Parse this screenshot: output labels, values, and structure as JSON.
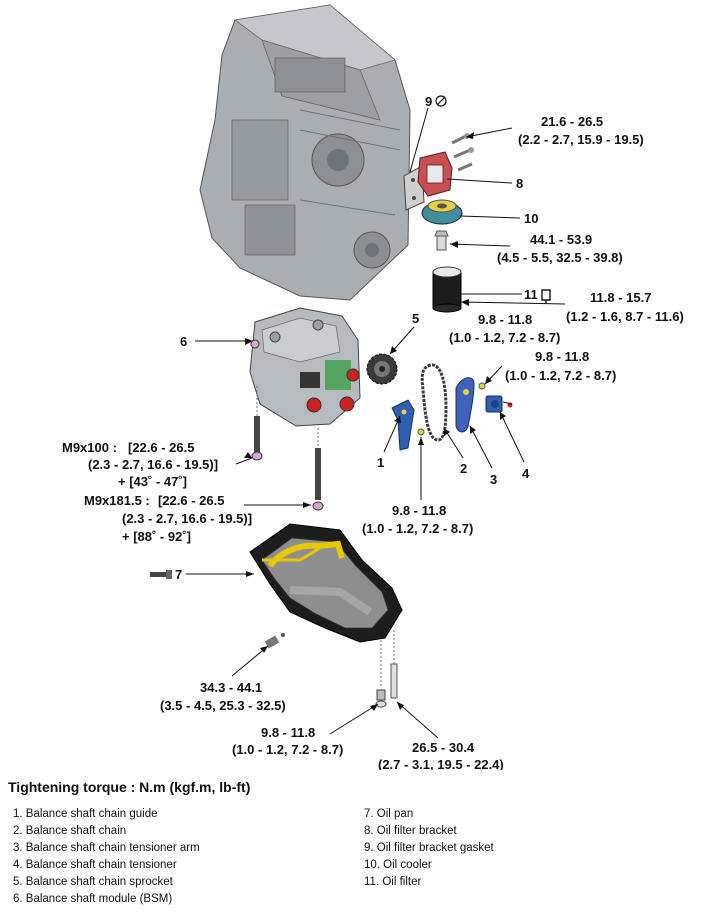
{
  "callouts": {
    "c9": "9",
    "c8": "8",
    "c10": "10",
    "c11": "11",
    "c5": "5",
    "c6": "6",
    "c7": "7",
    "c1": "1",
    "c2": "2",
    "c3": "3",
    "c4": "4"
  },
  "torques": {
    "t_bracket_1": "21.6 - 26.5",
    "t_bracket_2": "(2.2 - 2.7, 15.9 - 19.5)",
    "t_cooler_1": "44.1 - 53.9",
    "t_cooler_2": "(4.5 - 5.5, 32.5 - 39.8)",
    "t_filter_1": "11.8 - 15.7",
    "t_filter_2": "(1.2 - 1.6, 8.7 - 11.6)",
    "t_sprocket_1": "9.8 - 11.8",
    "t_sprocket_2": "(1.0 - 1.2, 7.2 - 8.7)",
    "t_tensioner_1": "9.8 - 11.8",
    "t_tensioner_2": "(1.0 - 1.2, 7.2 - 8.7)",
    "t_guide_1": "9.8 - 11.8",
    "t_guide_2": "(1.0 - 1.2, 7.2 - 8.7)",
    "t_pan_1": "34.3 - 44.1",
    "t_pan_2": "(3.5 - 4.5, 25.3 - 32.5)",
    "t_drain_1": "9.8 - 11.8",
    "t_drain_2": "(1.0 - 1.2, 7.2 - 8.7)",
    "t_plug_1": "26.5 - 30.4",
    "t_plug_2": "(2.7 - 3.1, 19.5 - 22.4)",
    "bolt_a_name": "M9x100 :",
    "bolt_a_1": "[22.6 - 26.5",
    "bolt_a_2": "(2.3 - 2.7, 16.6 - 19.5)]",
    "bolt_a_3": "+ [43˚ - 47˚]",
    "bolt_b_name": "M9x181.5 :",
    "bolt_b_1": "[22.6 - 26.5",
    "bolt_b_2": "(2.3 - 2.7, 16.6 - 19.5)]",
    "bolt_b_3": "+ [88˚ - 92˚]"
  },
  "legend": {
    "title": "Tightening torque : N.m (kgf.m, lb-ft)",
    "left": [
      "1. Balance shaft chain guide",
      "2. Balance shaft chain",
      "3. Balance shaft chain tensioner arm",
      "4. Balance shaft chain tensioner",
      "5. Balance shaft chain sprocket",
      "6. Balance shaft module (BSM)"
    ],
    "right": [
      "7. Oil pan",
      "8. Oil filter bracket",
      "9. Oil filter bracket gasket",
      "10. Oil cooler",
      "11. Oil filter"
    ]
  },
  "colors": {
    "engine": "#a9aeb3",
    "engine_dark": "#6e7378",
    "bsm": "#b6bbbf",
    "pan_black": "#1d1d1d",
    "pan_inner": "#8e8e8e",
    "oil_gallery": "#e8c800",
    "bracket": "#c8504e",
    "guide_blue": "#2e5fb0",
    "sprocket": "#3a3a3a",
    "accent_red": "#cc2222",
    "accent_green": "#2e9a3a"
  }
}
